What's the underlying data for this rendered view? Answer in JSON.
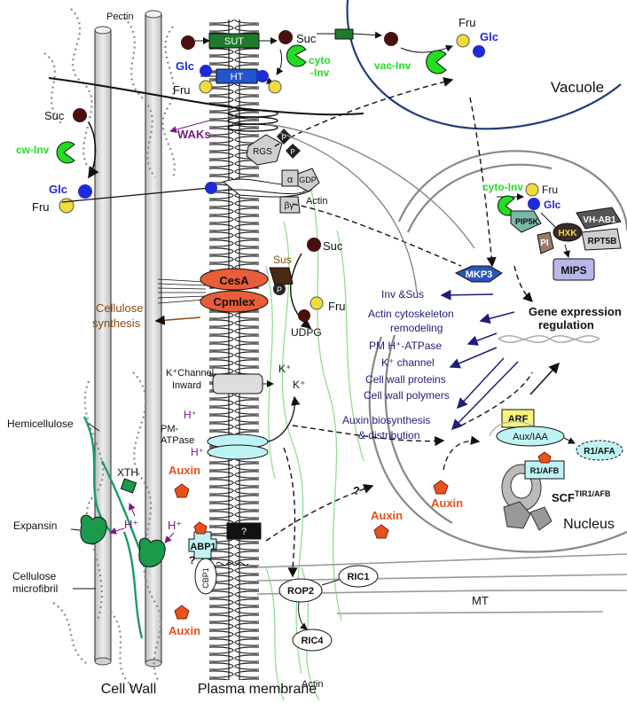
{
  "colors": {
    "navy_text": "#1e1e78",
    "green_enzyme": "#22dd22",
    "blue_glc": "#1f2bd6",
    "fru_yellow": "#f2dc3a",
    "suc_brown": "#4a1010",
    "auxin_orange": "#e8511c",
    "cesa_red": "#e85d3a",
    "purple_label": "#7a1a86",
    "vacuole_blue": "#1f3f7a"
  },
  "icons": [
    "sucrose-dot",
    "fructose-dot",
    "glucose-dot",
    "invertase-pacman",
    "auxin-pentagon",
    "dna-helix",
    "membrane-bilayer",
    "microfibril-rod"
  ],
  "labels": {
    "pectin": "Pectin",
    "sut": "SUT",
    "ht": "HT",
    "suc": "Suc",
    "glc": "Glc",
    "fru": "Fru",
    "cyto_inv": "cyto",
    "cyto_inv2": "-Inv",
    "vac_inv": "vac-Inv",
    "vacuole": "Vacuole",
    "cw_inv": "cw-Inv",
    "waks": "WAKs",
    "rgs": "RGS",
    "p": "P",
    "alpha": "α",
    "gdp": "GDP",
    "beta_gamma": "βγ",
    "actin": "Actin",
    "sus": "Sus",
    "cesa": "CesA",
    "cpmlex": "Cpmlex",
    "cellulose_synthesis_1": "Cellulose",
    "cellulose_synthesis_2": "synthesis",
    "udpg": "UDPG",
    "k_channel_1": "K⁺Channel",
    "k_channel_2": "Inward",
    "k_plus": "K⁺",
    "h_plus": "H⁺",
    "pm_atpase_1": "PM-",
    "pm_atpase_2": "ATPase",
    "auxin": "Auxin",
    "hemicellulose": "Hemicellulose",
    "xth": "XTH",
    "expansin": "Expansin",
    "cellulose_microfibril_1": "Cellulose",
    "cellulose_microfibril_2": "microfibril",
    "abp1": "ABP1",
    "cbp1": "CBP1",
    "question": "?",
    "rop2": "ROP2",
    "ric1": "RIC1",
    "ric4": "RIC4",
    "mt": "MT",
    "cell_wall": "Cell Wall",
    "plasma_membrane": "Plasma membrane",
    "nucleus": "Nucleus",
    "mkp3": "MKP3",
    "pi_p5k": "PIP5K",
    "pi": "PI",
    "hxk": "HXK",
    "vh_ab1": "VH-AB1",
    "rpt5b": "RPT5B",
    "mips": "MIPS",
    "gene_expression_1": "Gene expression",
    "gene_expression_2": "regulation",
    "targets": [
      "Inv &Sus",
      "Actin cytoskeleton",
      "remodeling",
      "PM H⁺-ATPase",
      "K⁺ channel",
      "Cell wall proteins",
      "Cell wall polymers",
      "Auxin biosynthesis",
      "& distribution"
    ],
    "arf": "ARF",
    "aux_iaa": "Aux/IAA",
    "r1_afa": "R1/AFA",
    "r1_afb": "R1/AFB",
    "scf": "SCF",
    "scf_sup": "TIR1/AFB"
  }
}
